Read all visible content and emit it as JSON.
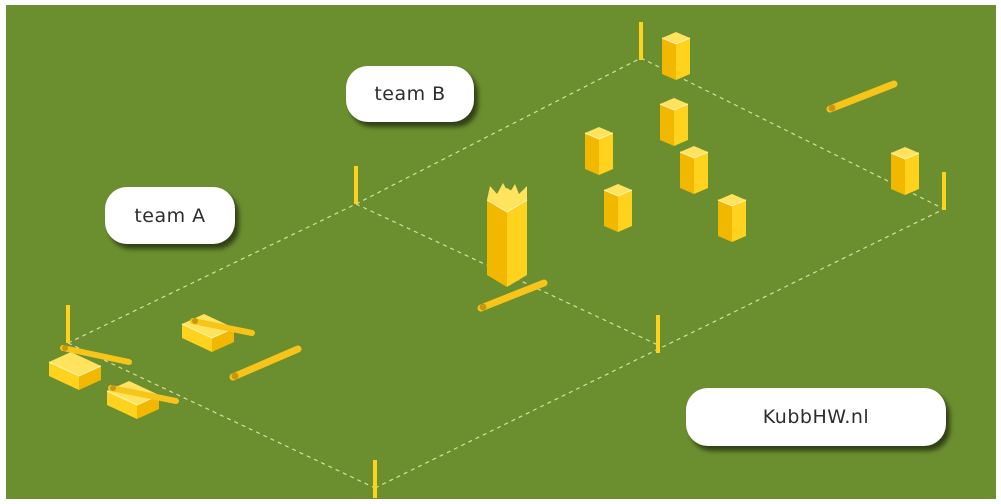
{
  "labels": {
    "team_b": "team B",
    "team_a": "team A",
    "site": "KubbHW.nl"
  },
  "colors": {
    "border": "#ffffff",
    "field": "#6b8f2f",
    "boundary_line": "#d6dfa5",
    "piece_front": "#ffd21e",
    "piece_side": "#f2b800",
    "piece_top": "#ffe25e",
    "piece_edge": "#fff4b0",
    "baton": "#f7c51a",
    "baton_tip": "#c9960f"
  },
  "icons": [
    "corner-stake-icon",
    "kubb-block-icon",
    "king-piece-icon",
    "throwing-baton-icon"
  ]
}
